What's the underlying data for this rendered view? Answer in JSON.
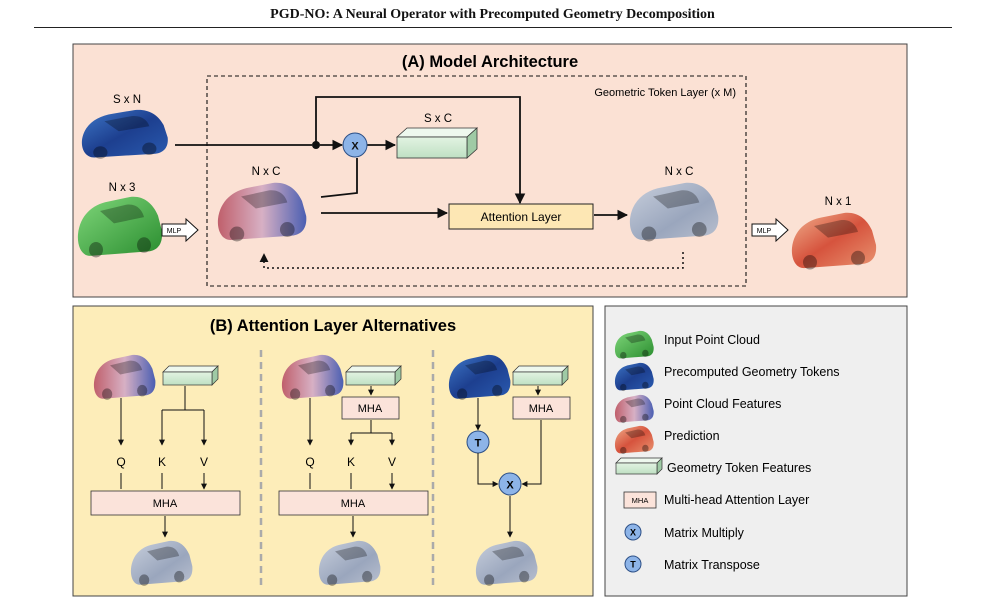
{
  "header": {
    "title": "PGD-NO: A Neural Operator with Precomputed Geometry Decomposition"
  },
  "panel_a": {
    "title": "(A) Model Architecture",
    "loop_label": "Geometric Token Layer (x M)",
    "dims": {
      "s_by_n": "S x N",
      "n_by_3": "N x 3",
      "s_by_c": "S x C",
      "n_by_c_in": "N x C",
      "n_by_c_out": "N x C",
      "n_by_1": "N x 1"
    },
    "mlp_in": "MLP",
    "mlp_out": "MLP",
    "attention_label": "Attention Layer",
    "multiply_symbol": "X"
  },
  "panel_b": {
    "title": "(B) Attention Layer Alternatives",
    "alt1": {
      "q": "Q",
      "k": "K",
      "v": "V",
      "mha": "MHA"
    },
    "alt2": {
      "mha_top": "MHA",
      "q": "Q",
      "k": "K",
      "v": "V",
      "mha": "MHA"
    },
    "alt3": {
      "mha": "MHA",
      "transpose": "T",
      "multiply": "X"
    }
  },
  "legend": {
    "items": [
      {
        "label": "Input Point Cloud",
        "icon": "green-car-icon"
      },
      {
        "label": "Precomputed Geometry Tokens",
        "icon": "blue-car-icon"
      },
      {
        "label": "Point Cloud Features",
        "icon": "feature-car-icon"
      },
      {
        "label": "Prediction",
        "icon": "prediction-car-icon"
      },
      {
        "label": "Geometry Token Features",
        "icon": "token-box-icon"
      },
      {
        "label": "Multi-head Attention Layer",
        "icon": "mha-box-icon",
        "icon_text": "MHA"
      },
      {
        "label": "Matrix Multiply",
        "icon": "multiply-circle-icon",
        "icon_text": "X"
      },
      {
        "label": "Matrix Transpose",
        "icon": "transpose-circle-icon",
        "icon_text": "T"
      }
    ]
  },
  "colors": {
    "panel_a_bg": "#fbe1d4",
    "panel_b_bg": "#fdedb9",
    "legend_bg": "#efefef",
    "attention_fill": "#fde7b4",
    "mha_fill": "#fbe3da",
    "token_fill": "#d8efd9",
    "circle_fill": "#8db4e8"
  }
}
